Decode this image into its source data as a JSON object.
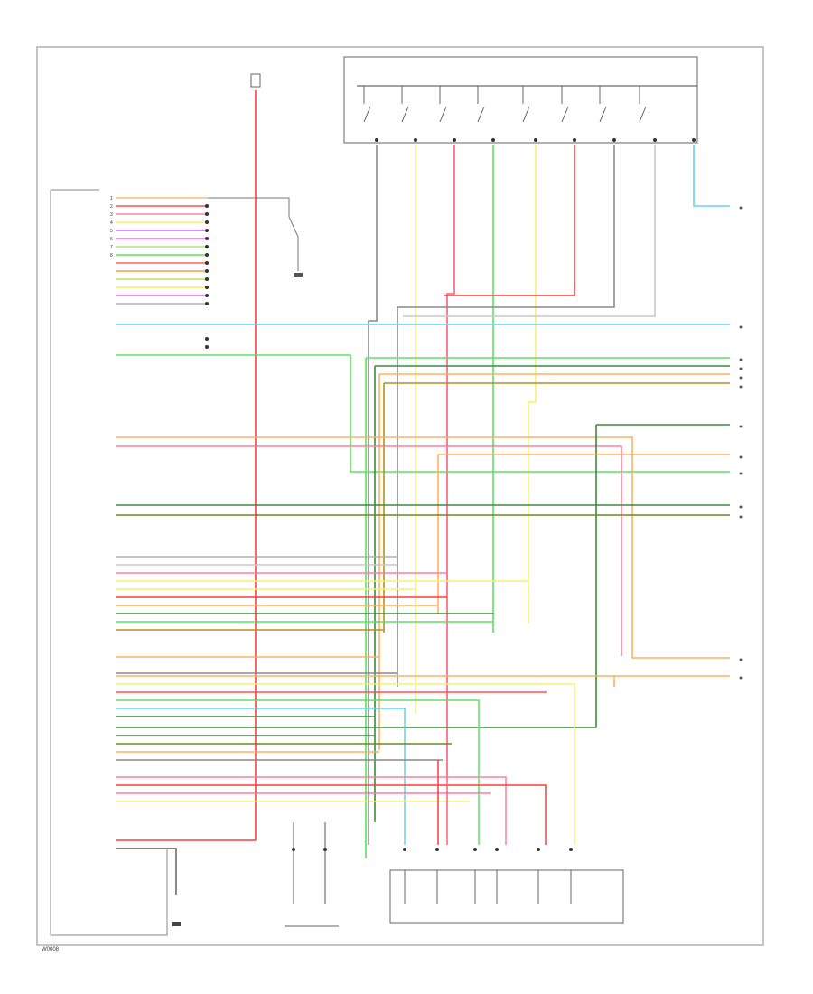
{
  "pin_tick_labels": [
    "1",
    "2",
    "3",
    "4",
    "5",
    "6",
    "7",
    "8"
  ],
  "diagram_id": "W0008",
  "colors": {
    "red": "#ff3b3b",
    "pink": "#ff7fa0",
    "yellow": "#f5f070",
    "green": "#59e35e",
    "dark_green": "#3d8a3d",
    "cyan": "#5ad8e8",
    "orange": "#ffb060",
    "violet": "#cc55ff",
    "gray": "#8f8f8f",
    "light_gray": "#c9c9c9",
    "black": "#222222"
  }
}
